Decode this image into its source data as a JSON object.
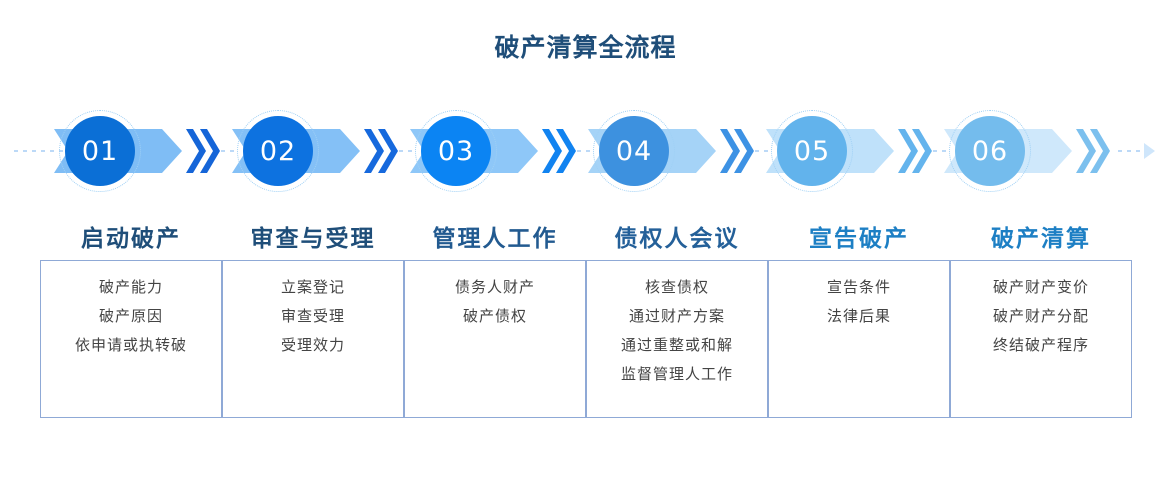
{
  "title": "破产清算全流程",
  "colors": {
    "title": "#1f4e79",
    "box_border": "#8fa9d6",
    "item_text": "#444444",
    "dotted_line": "#bcd9f7"
  },
  "flow": {
    "lead_dots": "dotted-line-start",
    "tail_dots": "dotted-line-end",
    "tail_arrow": "arrow-end-icon"
  },
  "steps": [
    {
      "number": "01",
      "heading": "启动破产",
      "heading_color": "#1f4e79",
      "circle_color": "#0b6fd6",
      "ribbon_color": "#7fbdf5",
      "arrow_color": "#1565d8",
      "items": [
        "破产能力",
        "破产原因",
        "依申请或执转破"
      ]
    },
    {
      "number": "02",
      "heading": "审查与受理",
      "heading_color": "#1f4e79",
      "circle_color": "#0d72e0",
      "ribbon_color": "#84c0f6",
      "arrow_color": "#1669dd",
      "items": [
        "立案登记",
        "审查受理",
        "受理效力"
      ]
    },
    {
      "number": "03",
      "heading": "管理人工作",
      "heading_color": "#225a90",
      "circle_color": "#0b84f3",
      "ribbon_color": "#8ec7f8",
      "arrow_color": "#1183f0",
      "items": [
        "债务人财产",
        "破产债权"
      ]
    },
    {
      "number": "04",
      "heading": "债权人会议",
      "heading_color": "#246099",
      "circle_color": "#3d91df",
      "ribbon_color": "#a5d3f7",
      "arrow_color": "#3d92e4",
      "items": [
        "核查债权",
        "通过财产方案",
        "通过重整或和解",
        "监督管理人工作"
      ]
    },
    {
      "number": "05",
      "heading": "宣告破产",
      "heading_color": "#1d7fc4",
      "circle_color": "#62b3ec",
      "ribbon_color": "#bfe1fa",
      "arrow_color": "#64b4ed",
      "items": [
        "宣告条件",
        "法律后果"
      ]
    },
    {
      "number": "06",
      "heading": "破产清算",
      "heading_color": "#1d7fc4",
      "circle_color": "#74bced",
      "ribbon_color": "#cfe8fb",
      "arrow_color": "#7cc0ee",
      "items": [
        "破产财产变价",
        "破产财产分配",
        "终结破产程序"
      ]
    }
  ]
}
